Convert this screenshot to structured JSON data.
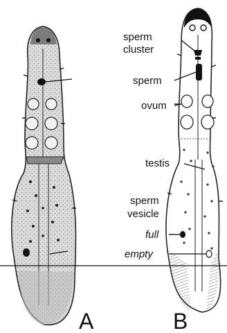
{
  "panels": {
    "a": {
      "letter": "A"
    },
    "b": {
      "letter": "B"
    }
  },
  "labels": {
    "sperm_cluster_line1": "sperm",
    "sperm_cluster_line2": "cluster",
    "sperm": "sperm",
    "ovum": "ovum",
    "testis": "testis",
    "sperm_vesicle_line1": "sperm",
    "sperm_vesicle_line2": "vesicle",
    "full": "full",
    "empty": "empty"
  }
}
